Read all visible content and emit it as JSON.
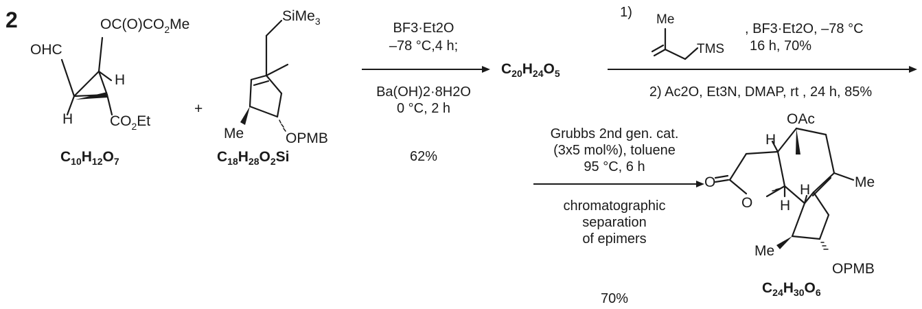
{
  "scheme_number": "2",
  "compound1": {
    "formula": [
      "C",
      "10",
      "H",
      "12",
      "O",
      "7"
    ],
    "atoms": {
      "aldehyde": "OHC",
      "oxalate": "OC(O)CO",
      "oxalate_sub": "2",
      "oxalate_me": "Me",
      "h_top": "H",
      "h_left": "H",
      "ester": "CO",
      "ester_sub": "2",
      "ester_et": "Et"
    }
  },
  "plus": "+",
  "compound2": {
    "formula": [
      "C",
      "18",
      "H",
      "28",
      "O",
      "2",
      "Si"
    ],
    "atoms": {
      "silyl": "SiMe",
      "silyl_sub": "3",
      "methyl": "Me",
      "ether": "OPMB"
    }
  },
  "step1": {
    "above": [
      "BF3·Et2O",
      "–78 °C,4 h;"
    ],
    "below": [
      "Ba(OH)2·8H2O",
      "0 °C, 2 h"
    ],
    "yield": "62%"
  },
  "intermediate": {
    "formula": [
      "C",
      "20",
      "H",
      "24",
      "O",
      "5"
    ]
  },
  "step2": {
    "label1": "1)",
    "me_label": "Me",
    "tms_label": "TMS",
    "reagent1": ", BF3·Et2O, –78 °C",
    "time1": "16 h, 70%",
    "reagent2": "2) Ac2O, Et3N, DMAP, rt , 24 h, 85%"
  },
  "step3": {
    "above": [
      "Grubbs 2nd gen. cat.",
      "(3x5 mol%), toluene",
      "95 °C, 6 h"
    ],
    "below": [
      "chromatographic",
      "separation",
      "of epimers"
    ],
    "yield": "70%"
  },
  "product": {
    "formula": [
      "C",
      "24",
      "H",
      "30",
      "O",
      "6"
    ],
    "atoms": {
      "acetate": "OAc",
      "h1": "H",
      "h2": "H",
      "h3": "H",
      "carbonyl_o": "O",
      "ring_o": "O",
      "me_ring": "Me",
      "me_bottom": "Me",
      "ether": "OPMB"
    }
  }
}
